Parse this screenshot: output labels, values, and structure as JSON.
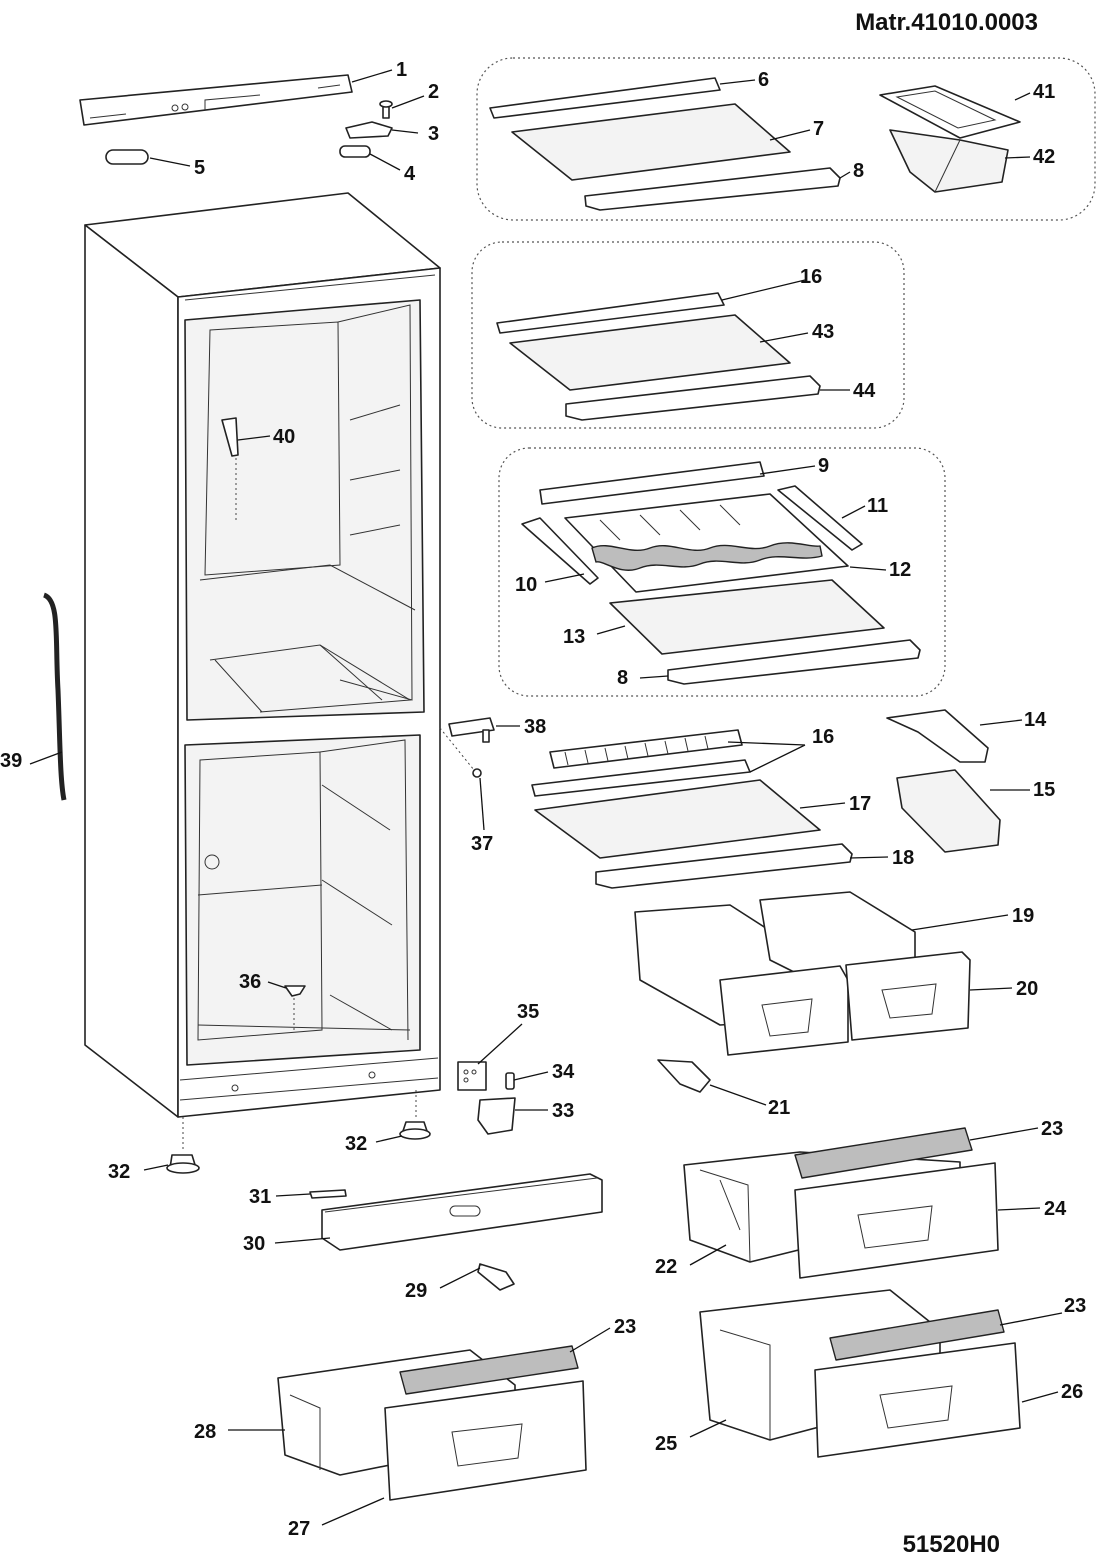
{
  "header": {
    "material_code": "Matr.41010.0003"
  },
  "footer": {
    "drawing_code": "51520H0"
  },
  "callouts": {
    "c1": "1",
    "c2": "2",
    "c3": "3",
    "c4": "4",
    "c5": "5",
    "c6": "6",
    "c7": "7",
    "c8a": "8",
    "c8b": "8",
    "c9": "9",
    "c10": "10",
    "c11": "11",
    "c12": "12",
    "c13": "13",
    "c14": "14",
    "c15": "15",
    "c16a": "16",
    "c16b": "16",
    "c17": "17",
    "c18": "18",
    "c19": "19",
    "c20": "20",
    "c21": "21",
    "c22": "22",
    "c23a": "23",
    "c23b": "23",
    "c23c": "23",
    "c24": "24",
    "c25": "25",
    "c26": "26",
    "c27": "27",
    "c28": "28",
    "c29": "29",
    "c30": "30",
    "c31": "31",
    "c32a": "32",
    "c32b": "32",
    "c33": "33",
    "c34": "34",
    "c35": "35",
    "c36": "36",
    "c37": "37",
    "c38": "38",
    "c39": "39",
    "c40": "40",
    "c41": "41",
    "c42": "42",
    "c43": "43",
    "c44": "44"
  }
}
